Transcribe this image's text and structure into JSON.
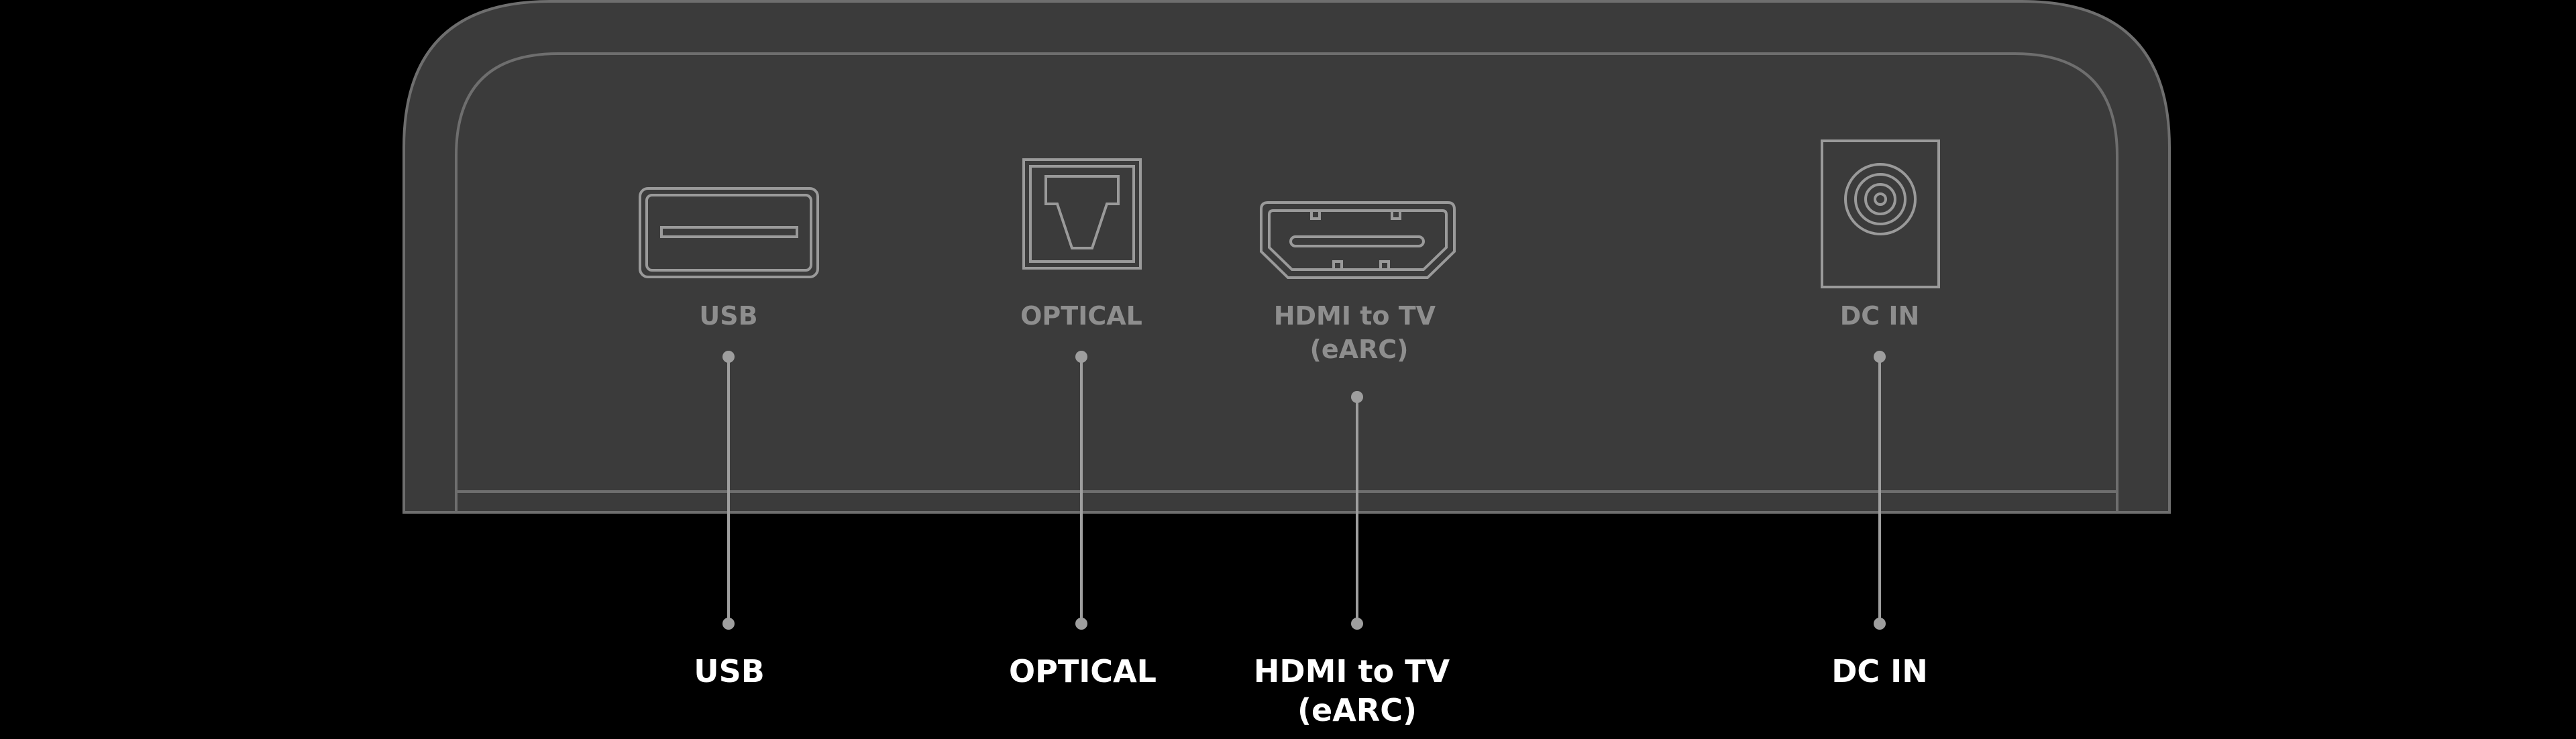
{
  "colors": {
    "background": "#000000",
    "device_body": "#3b3b3b",
    "device_outline": "#6e6e6e",
    "panel_label": "#8e8e8e",
    "port_stroke": "#9a9a9a",
    "leader_line": "#9e9e9e",
    "callout_label": "#ffffff"
  },
  "ports": [
    {
      "id": "usb",
      "icon": "usb-port-icon",
      "panel_label_lines": [
        "USB"
      ],
      "callout_label_lines": [
        "USB"
      ]
    },
    {
      "id": "optical",
      "icon": "optical-port-icon",
      "panel_label_lines": [
        "OPTICAL"
      ],
      "callout_label_lines": [
        "OPTICAL"
      ]
    },
    {
      "id": "hdmi",
      "icon": "hdmi-port-icon",
      "panel_label_lines": [
        "HDMI to TV",
        "(eARC)"
      ],
      "callout_label_lines": [
        "HDMI to TV",
        "(eARC)"
      ]
    },
    {
      "id": "dc-in",
      "icon": "dc-in-port-icon",
      "panel_label_lines": [
        "DC IN"
      ],
      "callout_label_lines": [
        "DC IN"
      ]
    }
  ]
}
